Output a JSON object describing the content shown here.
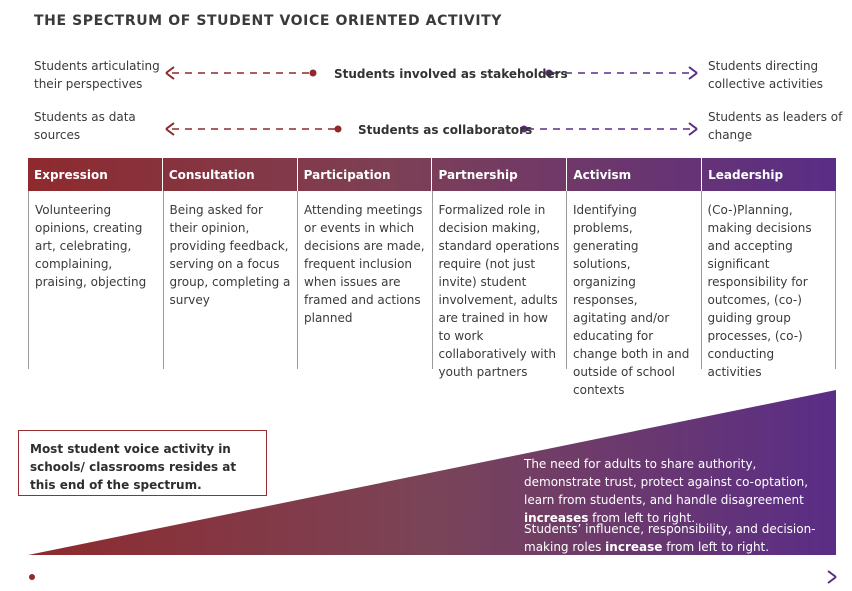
{
  "title": "THE SPECTRUM OF STUDENT VOICE ORIENTED ACTIVITY",
  "row1": {
    "left_text": "Students articulating their perspectives",
    "middle_label": "Students involved as stakeholders",
    "right_text": "Students directing collective activities"
  },
  "row2": {
    "left_text": "Students as data sources",
    "middle_label": "Students as collaborators",
    "right_text": "Students as leaders of change"
  },
  "columns": [
    {
      "header": "Expression",
      "body": "Volunteering opinions, creating art, celebrating, complaining, praising, objecting"
    },
    {
      "header": "Consultation",
      "body": "Being asked for their opinion, providing feedback, serving on a focus group, completing a survey"
    },
    {
      "header": "Participation",
      "body": "Attending meetings or events in which decisions are made, frequent inclusion when issues are framed and actions planned"
    },
    {
      "header": "Partnership",
      "body": "Formalized role in decision making, standard operations require (not just invite) student involvement, adults are trained in how to work collaboratively with youth partners"
    },
    {
      "header": "Activism",
      "body": "Identifying problems, generating solutions, organizing responses, agitating and/or educating for change both in and outside of school contexts"
    },
    {
      "header": "Leadership",
      "body": "(Co-)Planning, making decisions and accepting significant responsibility for outcomes, (co-) guiding group processes, (co-) conducting activities"
    }
  ],
  "note": "Most student voice activity in schools/ classrooms resides at this end of the spectrum.",
  "triangle": {
    "p1_text": "The need for adults to share authority, demonstrate trust, protect against co-optation, learn from students, and handle disagreement ",
    "p1_bold": "increases",
    "p1_end": " from left to right.",
    "p2_text": "Students’ influence, responsibility, and decision-making roles ",
    "p2_bold": "increase",
    "p2_end": " from left to right."
  },
  "colors": {
    "red": "#8e2a2e",
    "purple": "#5a2d86",
    "arrow_red": "#8e2a2e",
    "arrow_purple": "#5b2d86"
  }
}
